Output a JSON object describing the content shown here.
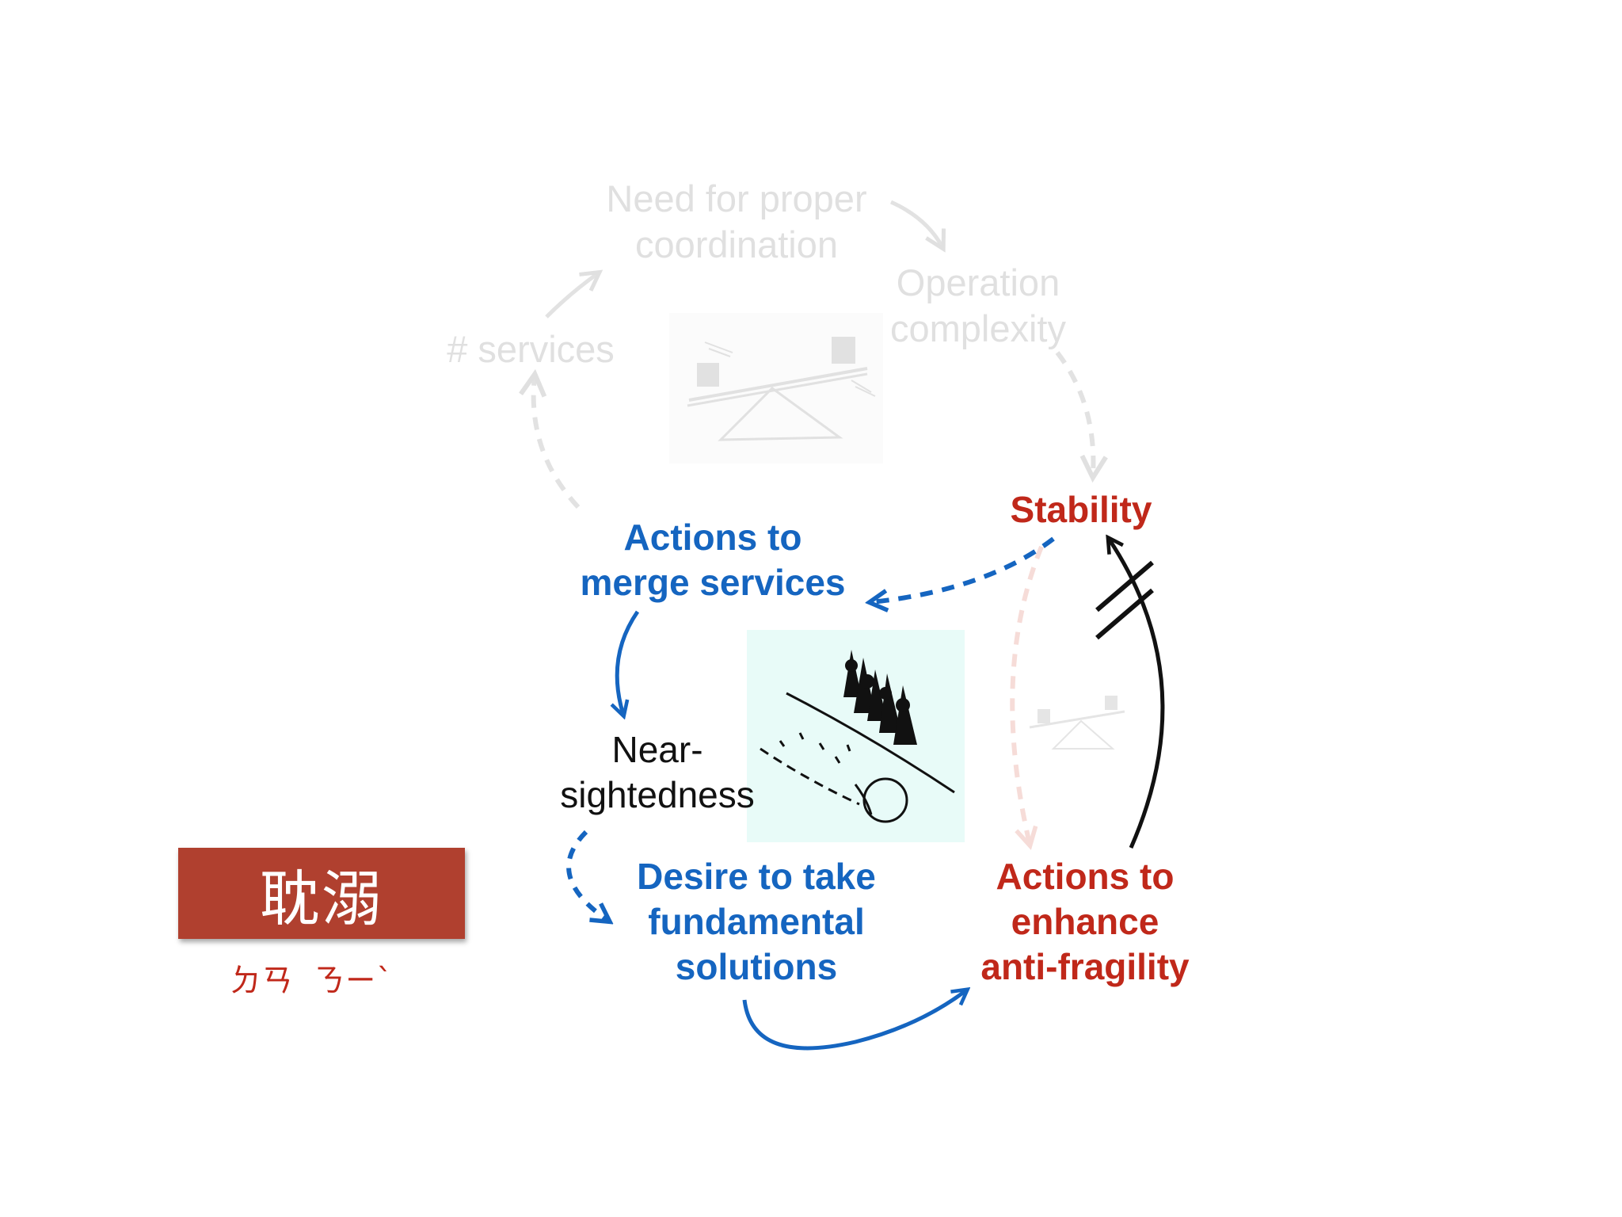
{
  "faded_loop": {
    "services": "# services",
    "need_coordination": "Need for proper\ncoordination",
    "operation_complexity": "Operation\ncomplexity"
  },
  "nodes": {
    "stability": "Stability",
    "actions_merge": "Actions to\nmerge services",
    "near_sightedness": "Near-\nsightedness",
    "desire_fundamental": "Desire to take\nfundamental\nsolutions",
    "actions_enhance": "Actions to\nenhance\nanti-fragility"
  },
  "term": {
    "characters": "耽溺",
    "pronunciation": "ㄉㄢ  ㄋㄧˋ"
  },
  "colors": {
    "blue": "#1565c0",
    "red": "#c0281a",
    "faded": "#e0e0e0",
    "term_box": "#b0402f",
    "image_bg": "#e8fbf8"
  },
  "icons": {
    "seesaw_large": "seesaw-icon",
    "seesaw_small": "seesaw-icon",
    "snowball_sketch": "snowball-rolling-downhill-icon"
  }
}
